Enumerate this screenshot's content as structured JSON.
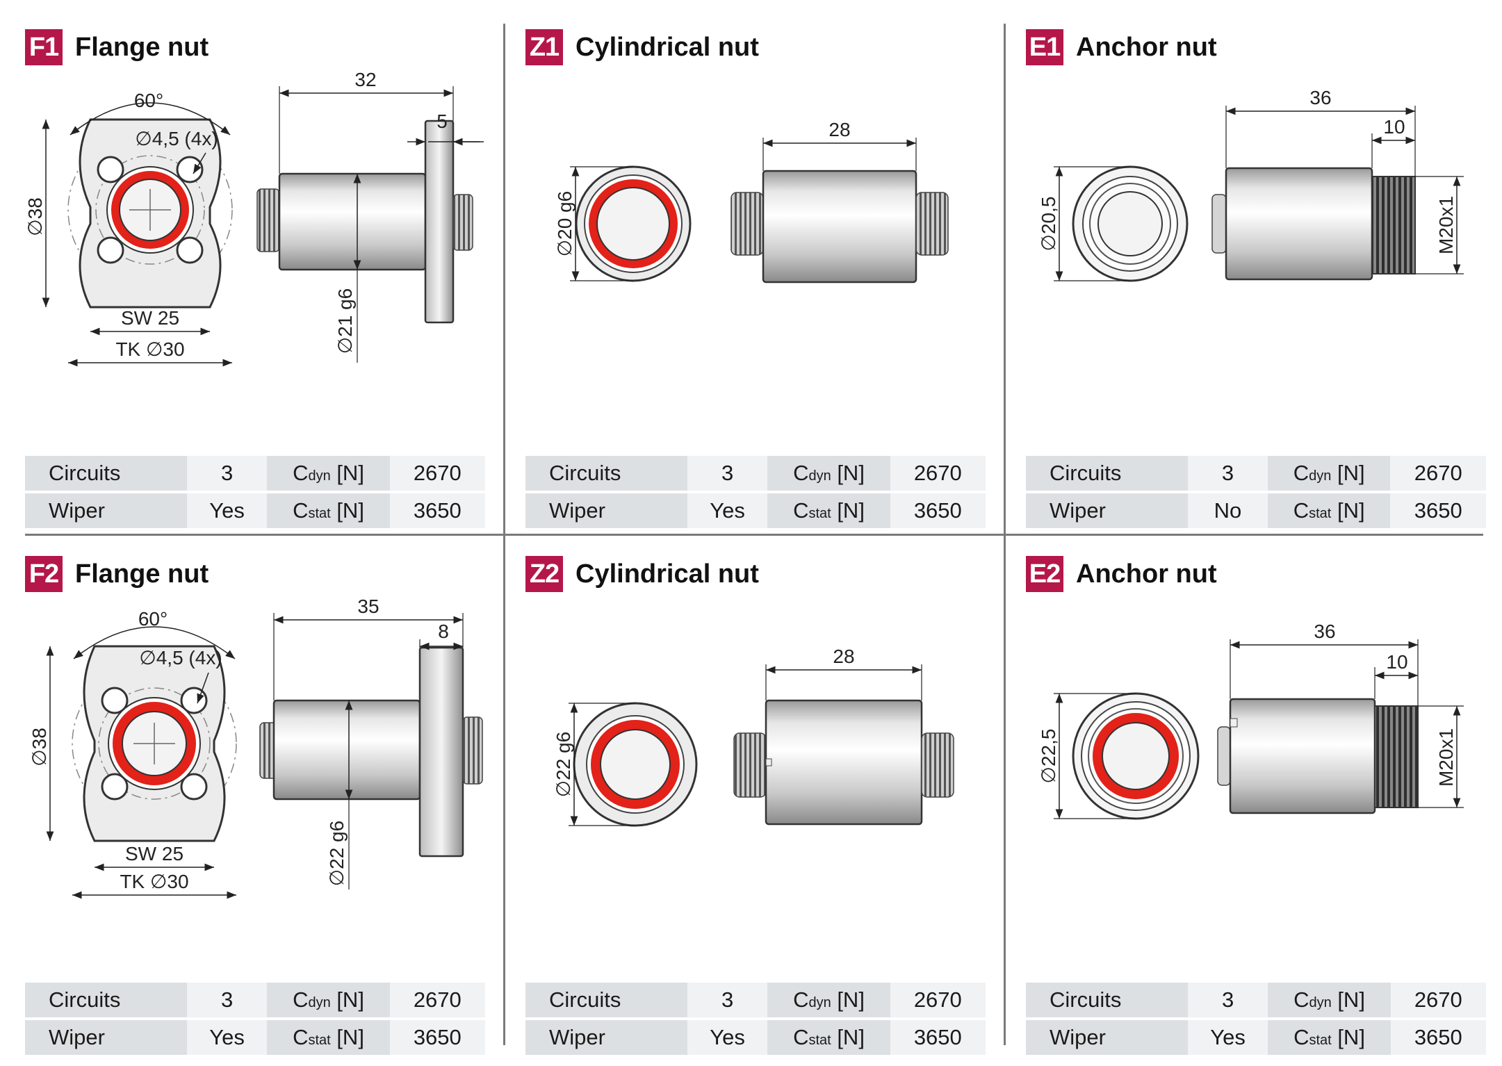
{
  "panels": [
    {
      "code": "F1",
      "title": "Flange nut",
      "circuits_label": "Circuits",
      "circuits": "3",
      "wiper_label": "Wiper",
      "wiper": "Yes",
      "cdyn_main": "C",
      "cdyn_sub": "dyn",
      "cdyn_unit": " [N]",
      "cdyn": "2670",
      "cstat_main": "C",
      "cstat_sub": "stat",
      "cstat_unit": " [N]",
      "cstat": "3650",
      "dims": {
        "angle": "60°",
        "holes": "∅4,5 (4x)",
        "height": "∅38",
        "sw": "SW 25",
        "tk": "TK ∅30",
        "length": "32",
        "flange": "5",
        "dia": "∅21 g6"
      }
    },
    {
      "code": "Z1",
      "title": "Cylindrical nut",
      "circuits_label": "Circuits",
      "circuits": "3",
      "wiper_label": "Wiper",
      "wiper": "Yes",
      "cdyn_main": "C",
      "cdyn_sub": "dyn",
      "cdyn_unit": " [N]",
      "cdyn": "2670",
      "cstat_main": "C",
      "cstat_sub": "stat",
      "cstat_unit": " [N]",
      "cstat": "3650",
      "dims": {
        "dia": "∅20 g6",
        "length": "28"
      }
    },
    {
      "code": "E1",
      "title": "Anchor nut",
      "circuits_label": "Circuits",
      "circuits": "3",
      "wiper_label": "Wiper",
      "wiper": "No",
      "cdyn_main": "C",
      "cdyn_sub": "dyn",
      "cdyn_unit": " [N]",
      "cdyn": "2670",
      "cstat_main": "C",
      "cstat_sub": "stat",
      "cstat_unit": " [N]",
      "cstat": "3650",
      "dims": {
        "dia": "∅20,5",
        "length": "36",
        "thread_len": "10",
        "thread": "M20x1"
      }
    },
    {
      "code": "F2",
      "title": "Flange nut",
      "circuits_label": "Circuits",
      "circuits": "3",
      "wiper_label": "Wiper",
      "wiper": "Yes",
      "cdyn_main": "C",
      "cdyn_sub": "dyn",
      "cdyn_unit": " [N]",
      "cdyn": "2670",
      "cstat_main": "C",
      "cstat_sub": "stat",
      "cstat_unit": " [N]",
      "cstat": "3650",
      "dims": {
        "angle": "60°",
        "holes": "∅4,5 (4x)",
        "height": "∅38",
        "sw": "SW 25",
        "tk": "TK ∅30",
        "length": "35",
        "flange": "8",
        "dia": "∅22 g6"
      }
    },
    {
      "code": "Z2",
      "title": "Cylindrical nut",
      "circuits_label": "Circuits",
      "circuits": "3",
      "wiper_label": "Wiper",
      "wiper": "Yes",
      "cdyn_main": "C",
      "cdyn_sub": "dyn",
      "cdyn_unit": " [N]",
      "cdyn": "2670",
      "cstat_main": "C",
      "cstat_sub": "stat",
      "cstat_unit": " [N]",
      "cstat": "3650",
      "dims": {
        "dia": "∅22 g6",
        "length": "28"
      }
    },
    {
      "code": "E2",
      "title": "Anchor nut",
      "circuits_label": "Circuits",
      "circuits": "3",
      "wiper_label": "Wiper",
      "wiper": "Yes",
      "cdyn_main": "C",
      "cdyn_sub": "dyn",
      "cdyn_unit": " [N]",
      "cdyn": "2670",
      "cstat_main": "C",
      "cstat_sub": "stat",
      "cstat_unit": " [N]",
      "cstat": "3650",
      "dims": {
        "dia": "∅22,5",
        "length": "36",
        "thread_len": "10",
        "thread": "M20x1"
      }
    }
  ],
  "colors": {
    "badge": "#b5174a",
    "seal": "#e32219",
    "table_dark": "#dde0e2",
    "table_light": "#f1f2f3"
  }
}
